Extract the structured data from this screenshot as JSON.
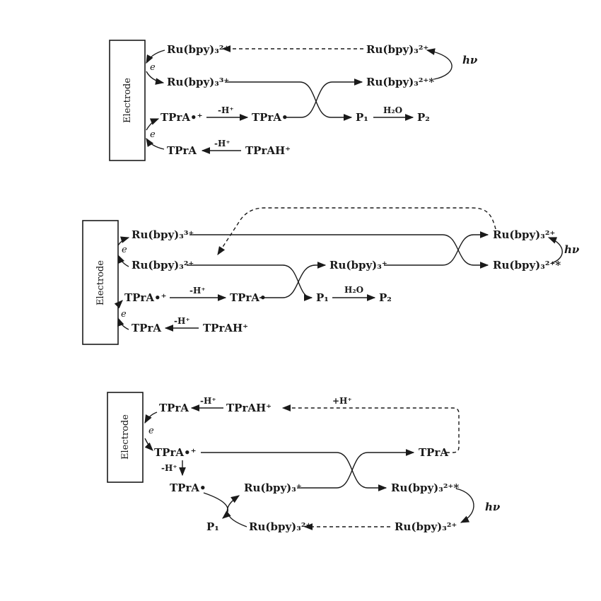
{
  "figure": {
    "background_color": "#ffffff",
    "ink_color": "#1a1a1a",
    "description_labels_only": "Three electrochemiluminescence reaction schemes at an electrode"
  },
  "species": {
    "electrode": "Electrode",
    "electron": "e",
    "ru2": "Ru(bpy)₃²⁺",
    "ru3": "Ru(bpy)₃³⁺",
    "ru1": "Ru(bpy)₃⁺",
    "ru2_excited": "Ru(bpy)₃²⁺*",
    "tpra": "TPrA",
    "tpra_radical_cation": "TPrA•⁺",
    "tpra_radical": "TPrA•",
    "tprah": "TPrAH⁺",
    "p1": "P₁",
    "p2": "P₂",
    "minus_h": "-H⁺",
    "plus_h": "+H⁺",
    "h2o": "H₂O",
    "hv": "hν"
  }
}
